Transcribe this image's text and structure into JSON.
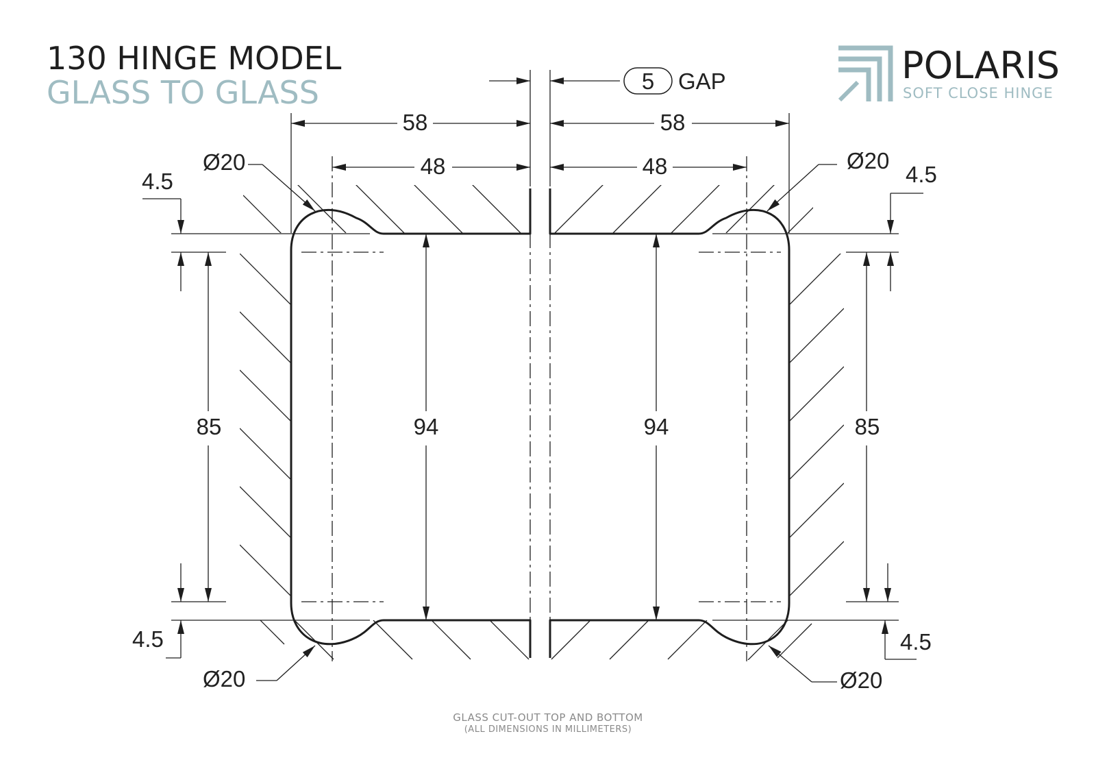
{
  "header": {
    "title": "130 HINGE MODEL",
    "subtitle": "GLASS TO GLASS"
  },
  "brand": {
    "name": "POLARIS",
    "tagline": "SOFT CLOSE HINGE"
  },
  "dimensions": {
    "gap_value": "5",
    "gap_label": "GAP",
    "left_width_outer": "58",
    "left_width_inner": "48",
    "right_width_outer": "58",
    "right_width_inner": "48",
    "left_height_outer": "85",
    "left_height_inner": "94",
    "right_height_inner": "94",
    "right_height_outer": "85",
    "diameter_top_left": "Ø20",
    "diameter_top_right": "Ø20",
    "diameter_bottom_left": "Ø20",
    "diameter_bottom_right": "Ø20",
    "offset_top_left": "4.5",
    "offset_top_right": "4.5",
    "offset_bottom_left": "4.5",
    "offset_bottom_right": "4.5"
  },
  "footer": {
    "line1": "GLASS CUT-OUT TOP AND BOTTOM",
    "line2": "(ALL DIMENSIONS IN MILLIMETERS)"
  },
  "colors": {
    "accent": "#9fbcc2",
    "ink": "#1e1e1e",
    "footer": "#8a8a8a"
  }
}
